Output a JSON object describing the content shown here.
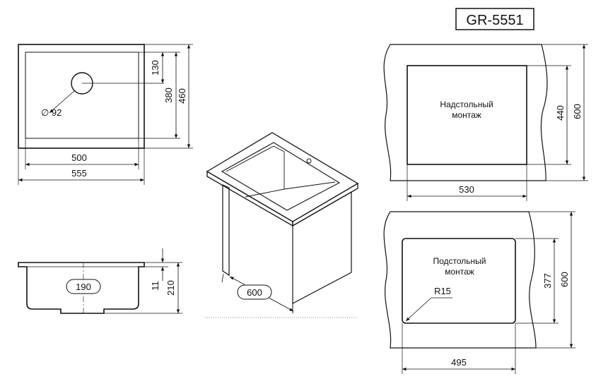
{
  "model": "GR-5551",
  "top_view": {
    "inner_width": "500",
    "outer_width": "555",
    "drain_offset": "130",
    "inner_depth": "380",
    "outer_depth": "460",
    "drain_diameter": "∅ 92"
  },
  "side_view": {
    "drain_spacing": "190",
    "rim_height": "11",
    "total_height": "210"
  },
  "cabinet": {
    "min_width": "600"
  },
  "overmount": {
    "label_line1": "Надстольный",
    "label_line2": "монтаж",
    "cutout_width": "530",
    "cutout_depth": "440",
    "counter_depth": "600"
  },
  "undermount": {
    "label_line1": "Подстольный",
    "label_line2": "монтаж",
    "corner_radius": "R15",
    "cutout_width": "495",
    "cutout_depth": "377",
    "counter_depth": "600"
  }
}
